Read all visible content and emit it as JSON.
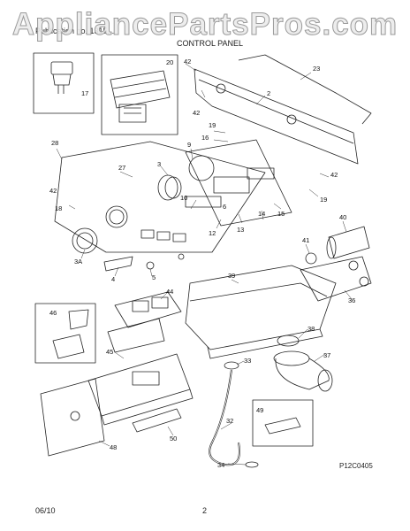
{
  "watermark": "AppliancePartsPros.com",
  "header": {
    "left": "Publication no. 1315...",
    "title": "CONTROL PANEL"
  },
  "drawing_code": "P12C0405",
  "footer": {
    "date": "06/10",
    "page": "2"
  },
  "callouts": [
    "17",
    "20",
    "42",
    "23",
    "42",
    "2",
    "19",
    "16",
    "9",
    "28",
    "27",
    "3",
    "42",
    "18",
    "10",
    "6",
    "13",
    "14",
    "15",
    "19",
    "42",
    "12",
    "40",
    "41",
    "3A",
    "4",
    "5",
    "44",
    "39",
    "36",
    "46",
    "38",
    "37",
    "45",
    "33",
    "32",
    "49",
    "50",
    "48",
    "34"
  ]
}
